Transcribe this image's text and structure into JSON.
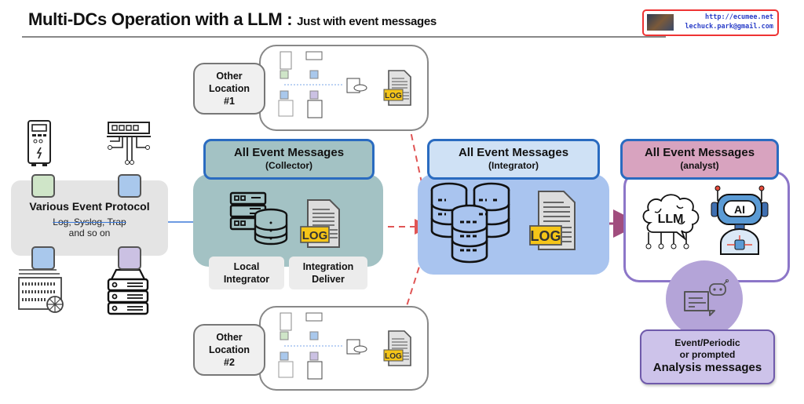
{
  "header": {
    "title": "Multi-DCs Operation with a LLM : ",
    "subtitle": "Just with event messages",
    "badge_url": "http://ecumee.net",
    "badge_email": "lechuck.park@gmail.com"
  },
  "protocol": {
    "title": "Various Event Protocol",
    "line1": "Log, Syslog, Trap",
    "line2": "and so on",
    "devices": [
      "power-meter-icon",
      "network-switch-icon",
      "storage-array-icon",
      "server-rack-icon"
    ]
  },
  "locations": [
    {
      "label_line1": "Other",
      "label_line2": "Location",
      "label_line3": "#1",
      "log_badge": "LOG"
    },
    {
      "label_line1": "Other",
      "label_line2": "Location",
      "label_line3": "#2",
      "log_badge": "LOG"
    }
  ],
  "collector": {
    "title": "All Event Messages",
    "role": "(Collector)",
    "left_label_1": "Local",
    "left_label_2": "Integrator",
    "right_label_1": "Integration",
    "right_label_2": "Deliver",
    "log_badge": "LOG"
  },
  "integrator": {
    "title": "All Event Messages",
    "role": "(Integrator)",
    "log_badge": "LOG"
  },
  "analyst": {
    "title": "All Event Messages",
    "role": "(analyst)",
    "llm_label": "LLM",
    "ai_label": "AI"
  },
  "output": {
    "line1": "Event/Periodic",
    "line2": "or prompted",
    "line3": "Analysis messages"
  },
  "colors": {
    "collector": "#a3c2c4",
    "integrator": "#a9c4ef",
    "analyst_header": "#d8a3bf",
    "analyst_border": "#8c76c8",
    "header_border": "#2a6bc0",
    "log_badge": "#f5c518",
    "flow_red": "#e05555",
    "flow_blue": "#3b78d8",
    "flow_purple": "#a14d7e"
  }
}
